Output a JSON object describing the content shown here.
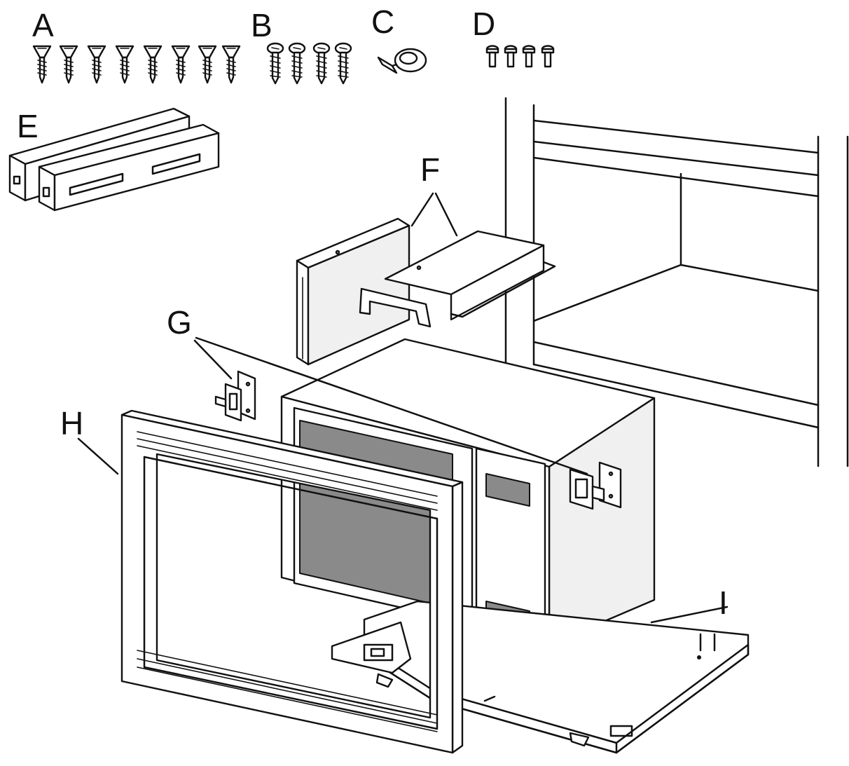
{
  "labels": {
    "a": "A",
    "b": "B",
    "c": "C",
    "d": "D",
    "e": "E",
    "f": "F",
    "g": "G",
    "h": "H",
    "i": "I"
  },
  "parts": [
    {
      "id": "a",
      "count": 8
    },
    {
      "id": "b",
      "count": 4
    },
    {
      "id": "c",
      "count": 1
    },
    {
      "id": "d",
      "count": 4
    },
    {
      "id": "e",
      "count": 2
    },
    {
      "id": "f",
      "count": 2
    },
    {
      "id": "g",
      "count": 2
    },
    {
      "id": "h",
      "count": 1
    },
    {
      "id": "i",
      "count": 1
    }
  ]
}
